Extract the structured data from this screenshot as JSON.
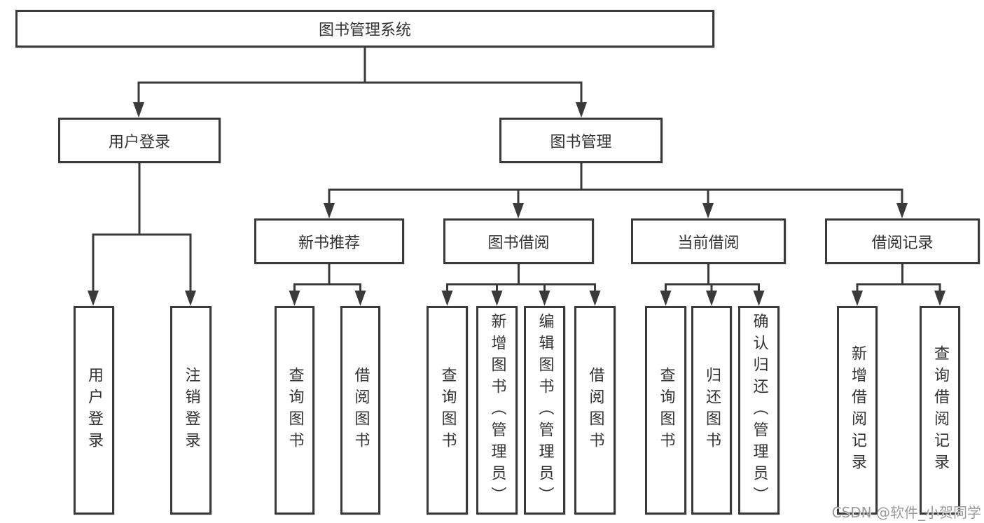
{
  "diagram_title": "图书管理系统",
  "tree": {
    "label": "图书管理系统",
    "children": [
      {
        "label": "用户登录",
        "children": [
          {
            "label": "用户登录"
          },
          {
            "label": "注销登录"
          }
        ]
      },
      {
        "label": "图书管理",
        "children": [
          {
            "label": "新书推荐",
            "children": [
              {
                "label": "查询图书"
              },
              {
                "label": "借阅图书"
              }
            ]
          },
          {
            "label": "图书借阅",
            "children": [
              {
                "label": "查询图书"
              },
              {
                "label": "新增图书（管理员）"
              },
              {
                "label": "编辑图书（管理员）"
              },
              {
                "label": "借阅图书"
              }
            ]
          },
          {
            "label": "当前借阅",
            "children": [
              {
                "label": "查询图书"
              },
              {
                "label": "归还图书"
              },
              {
                "label": "确认归还（管理员）"
              }
            ]
          },
          {
            "label": "借阅记录",
            "children": [
              {
                "label": "新增借阅记录"
              },
              {
                "label": "查询借阅记录"
              }
            ]
          }
        ]
      }
    ]
  },
  "watermark": {
    "text": "CSDN @软件_小贺同学"
  },
  "colors": {
    "line": "#3a3a3a",
    "text": "#333333",
    "box_background": "#ffffff",
    "watermark": "#9b9b9b",
    "background": "#ffffff"
  }
}
